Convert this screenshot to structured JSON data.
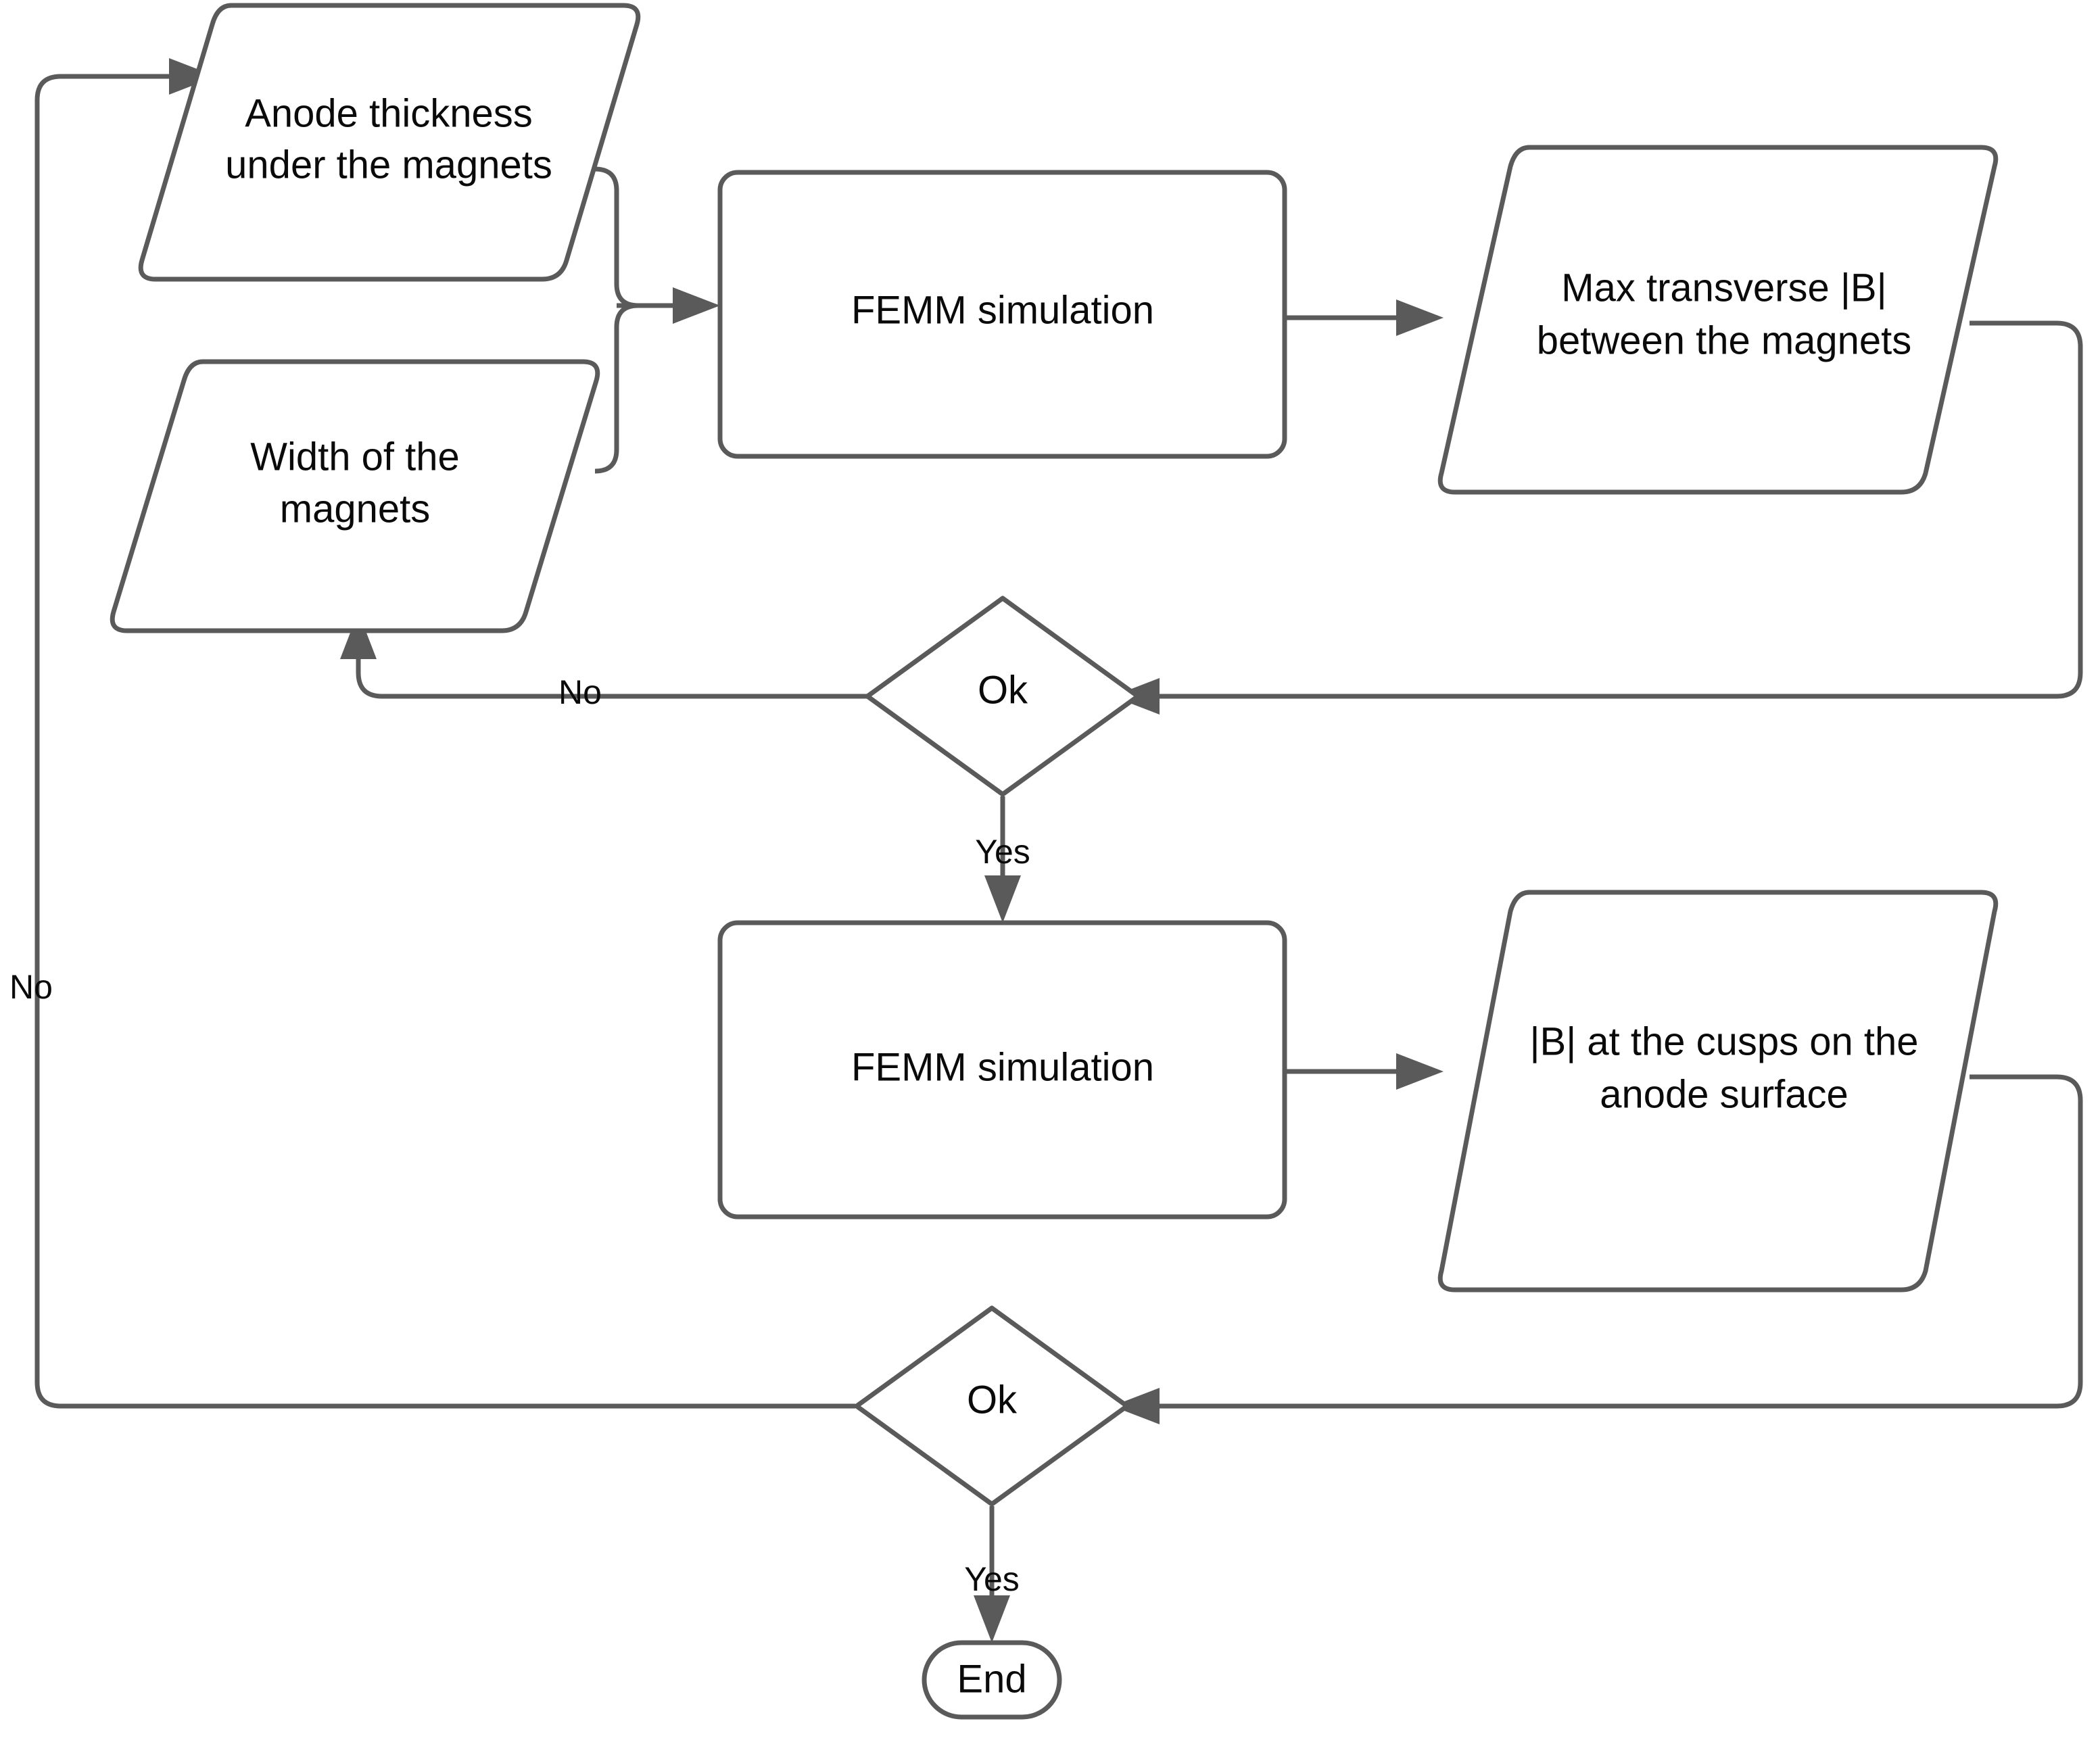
{
  "diagram": {
    "type": "flowchart",
    "title": "",
    "background_color": "#ffffff",
    "stroke_color": "#5a5a5a",
    "text_color": "#0a0a0a"
  },
  "nodes": {
    "anode_thickness": {
      "shape": "parallelogram",
      "role": "input-output",
      "line1": "Anode thickness",
      "line2": "under the magnets"
    },
    "magnet_width": {
      "shape": "parallelogram",
      "role": "input-output",
      "line1": "Width of the",
      "line2": "magnets"
    },
    "femm_sim_1": {
      "shape": "rectangle",
      "role": "process",
      "label": "FEMM simulation"
    },
    "max_transverse_b": {
      "shape": "parallelogram",
      "role": "input-output",
      "line1": "Max transverse |B|",
      "line2": "between the magnets"
    },
    "decision_1": {
      "shape": "diamond",
      "role": "decision",
      "label": "Ok"
    },
    "femm_sim_2": {
      "shape": "rectangle",
      "role": "process",
      "label": "FEMM simulation"
    },
    "b_at_cusps": {
      "shape": "parallelogram",
      "role": "input-output",
      "line1": "|B| at the cusps on the",
      "line2": "anode surface"
    },
    "decision_2": {
      "shape": "diamond",
      "role": "decision",
      "label": "Ok"
    },
    "end": {
      "shape": "stadium",
      "role": "terminator",
      "label": "End"
    }
  },
  "edge_labels": {
    "decision_1_no": "No",
    "decision_1_yes": "Yes",
    "decision_2_no": "No",
    "decision_2_yes": "Yes"
  }
}
